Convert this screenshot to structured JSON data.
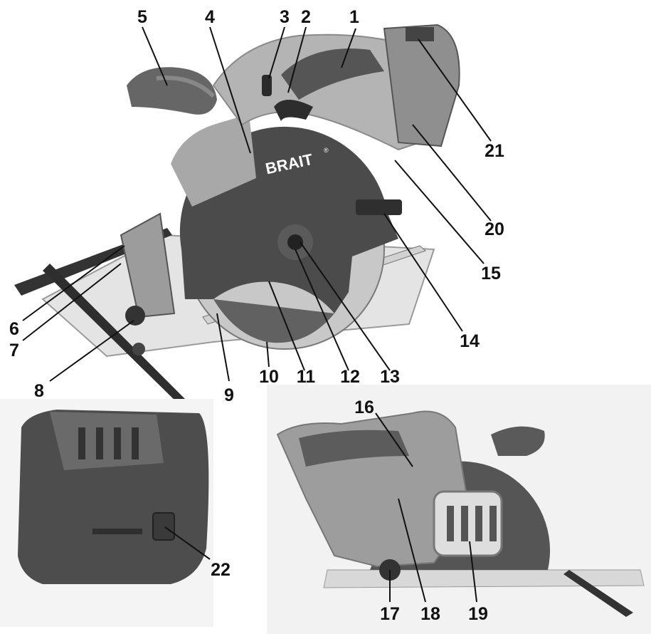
{
  "brand": {
    "logo_text": "BRAIT",
    "logo_mark": "®"
  },
  "callouts": [
    {
      "num": "1"
    },
    {
      "num": "2"
    },
    {
      "num": "3"
    },
    {
      "num": "4"
    },
    {
      "num": "5"
    },
    {
      "num": "6"
    },
    {
      "num": "7"
    },
    {
      "num": "8"
    },
    {
      "num": "9"
    },
    {
      "num": "10"
    },
    {
      "num": "11"
    },
    {
      "num": "12"
    },
    {
      "num": "13"
    },
    {
      "num": "14"
    },
    {
      "num": "15"
    },
    {
      "num": "16"
    },
    {
      "num": "17"
    },
    {
      "num": "18"
    },
    {
      "num": "19"
    },
    {
      "num": "20"
    },
    {
      "num": "21"
    },
    {
      "num": "22"
    }
  ],
  "colors": {
    "body_light": "#b9b9b9",
    "body_mid": "#8a8a8a",
    "body_dark": "#4a4a4a",
    "grip": "#5c5c5c",
    "blade": "#c8c8c8",
    "plate": "#e6e6e6",
    "photo_bg": "#f2f2f2"
  }
}
